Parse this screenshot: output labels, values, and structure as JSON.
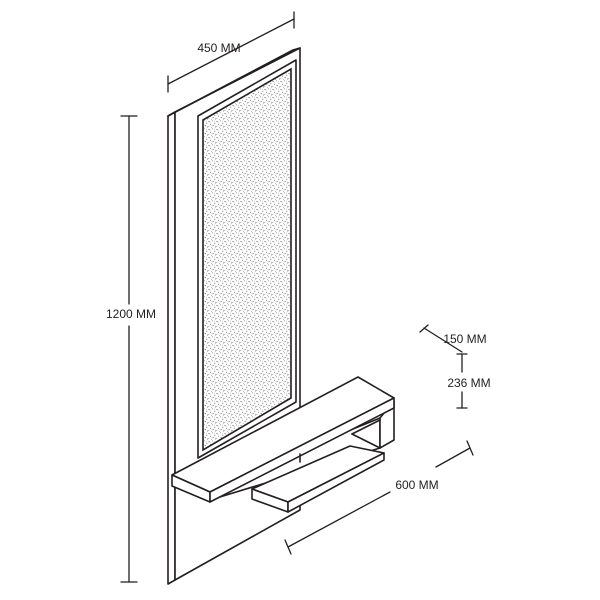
{
  "dimensions": {
    "width": "450 MM",
    "height": "1200 MM",
    "shelf_width": "600 MM",
    "shelf_depth": "150 MM",
    "shelf_height": "236 MM"
  },
  "colors": {
    "line": "#231f20",
    "background": "#ffffff"
  }
}
